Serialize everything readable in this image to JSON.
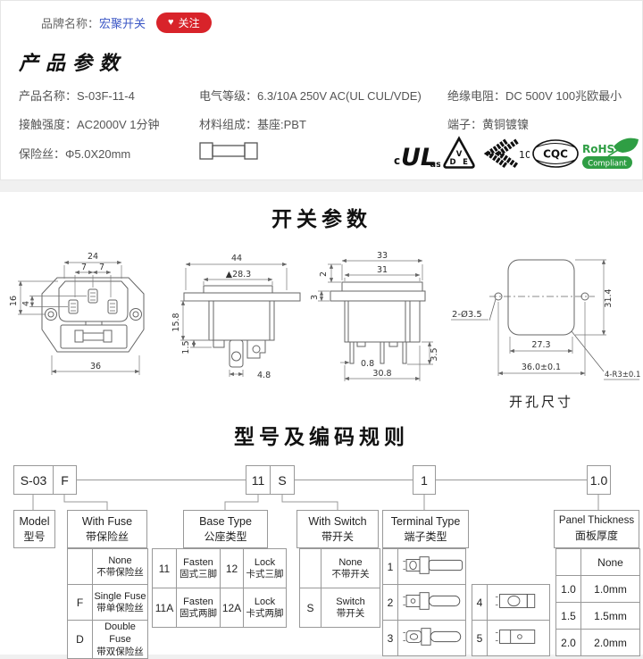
{
  "brand": {
    "label": "品牌名称：",
    "name": "宏聚开关",
    "heart": "♥",
    "follow_label": "关注"
  },
  "product": {
    "title": "产品参数",
    "fields": [
      {
        "label": "产品名称：",
        "value": "S-03F-11-4"
      },
      {
        "label": "电气等级：",
        "value": "6.3/10A  250V AC(UL CUL/VDE)"
      },
      {
        "label": "绝缘电阻：",
        "value": "DC 500V 100兆欧最小"
      },
      {
        "label": "接触强度：",
        "value": "AC2000V 1分钟"
      },
      {
        "label": "材料组成：",
        "value": "基座:PBT"
      },
      {
        "label": "端子：",
        "value": "黄铜镀镍"
      },
      {
        "label": "保险丝：",
        "value": "Φ5.0X20mm"
      }
    ],
    "certs": {
      "ul_c": "c",
      "ul": "UL",
      "ul_us": "us",
      "vde_v": "V",
      "vde_d": "D",
      "vde_e": "E",
      "enec_num": "10",
      "cqc": "CQC",
      "rohs": "RoHS",
      "rohs_sub": "Compliant"
    }
  },
  "switch_section": {
    "title": "开关参数",
    "front": {
      "w_top": "24",
      "pin_left": "7",
      "pin_right": "7",
      "h_left": "16",
      "h_inner": "4",
      "w_bottom": "36"
    },
    "side": {
      "w_top": "44",
      "w_inner": "▲28.3",
      "h_left": "15.8",
      "h_tab": "1.5",
      "w_pin": "4.8"
    },
    "rear": {
      "w_top": "33",
      "w_inner": "31",
      "h_step": "2",
      "h_flange": "3",
      "w_pin": "0.8",
      "w_bottom": "30.8",
      "h_pin": "3.5",
      "note": "2-Ø3.5"
    },
    "cutout": {
      "h_right": "31.4",
      "w_inner": "27.3",
      "w_outer": "36.0±0.1",
      "radius": "4-R3±0.1",
      "caption": "开孔尺寸"
    }
  },
  "coding": {
    "title": "型号及编码规则",
    "codes": [
      "S-03",
      "F",
      "11",
      "S",
      "1",
      "1.0"
    ],
    "groups": [
      {
        "en": "Model",
        "zh": "型号"
      },
      {
        "en": "With Fuse",
        "zh": "带保险丝"
      },
      {
        "en": "Base Type",
        "zh": "公座类型"
      },
      {
        "en": "With Switch",
        "zh": "带开关"
      },
      {
        "en": "Terminal Type",
        "zh": "端子类型"
      },
      {
        "en": "Panel Thickness",
        "zh": "面板厚度"
      }
    ],
    "fuse_options": [
      {
        "code": "",
        "en": "None",
        "zh": "不带保险丝"
      },
      {
        "code": "F",
        "en": "Single Fuse",
        "zh": "带单保险丝"
      },
      {
        "code": "D",
        "en": "Double Fuse",
        "zh": "带双保险丝"
      }
    ],
    "base_rows": [
      [
        "11",
        "Fasten",
        "固式三脚",
        "12",
        "Lock",
        "卡式三脚"
      ],
      [
        "11A",
        "Fasten",
        "固式两脚",
        "12A",
        "Lock",
        "卡式两脚"
      ]
    ],
    "switch_options": [
      {
        "code": "",
        "en": "None",
        "zh": "不带开关"
      },
      {
        "code": "S",
        "en": "Switch",
        "zh": "带开关"
      }
    ],
    "terminal_left": [
      "1",
      "2",
      "3"
    ],
    "terminal_right": [
      "4",
      "5"
    ],
    "panel_options": [
      {
        "code": "",
        "label": "None"
      },
      {
        "code": "1.0",
        "label": "1.0mm"
      },
      {
        "code": "1.5",
        "label": "1.5mm"
      },
      {
        "code": "2.0",
        "label": "2.0mm"
      }
    ]
  }
}
